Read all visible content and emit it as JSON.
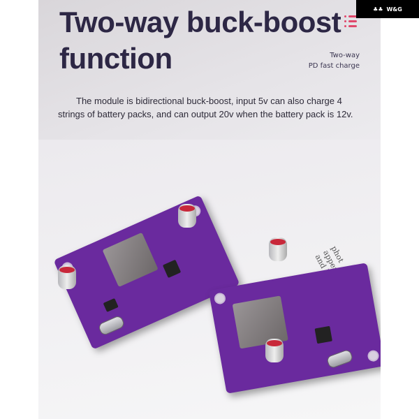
{
  "header": {
    "title_line1": "Two-way buck-boost",
    "title_line2": "function",
    "subtitle_line1": "Two-way",
    "subtitle_line2": "PD fast charge"
  },
  "description": "The module is bidirectional buck-boost, input 5v can also charge 4 strings of battery packs, and can output 20v when the battery pack is 12v.",
  "background_print": [
    "phot",
    "appeals to",
    "and lifestyle-or"
  ],
  "brand_badge": "W&G",
  "colors": {
    "title": "#2d2745",
    "accent": "#e0486b",
    "board": "#6a2a9e"
  }
}
